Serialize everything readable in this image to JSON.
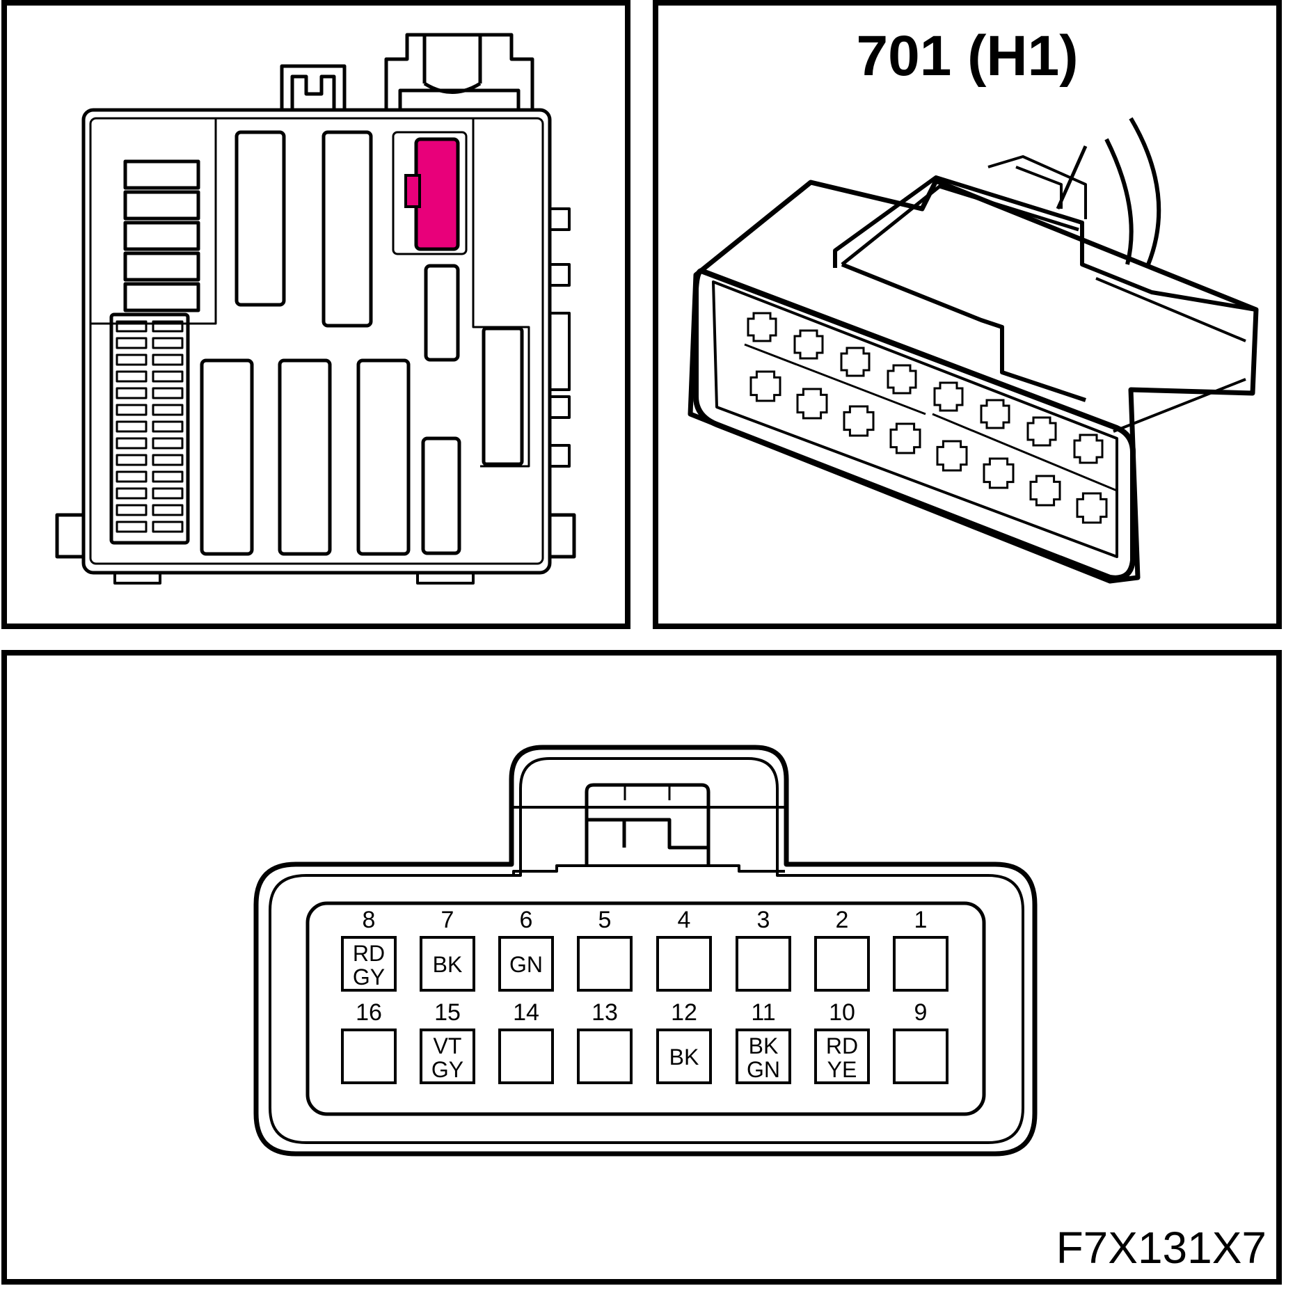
{
  "connector_title": "701 (H1)",
  "figure_code": "F7X131X7",
  "highlight_color": "#E8007A",
  "top_row": [
    {
      "pin": "8",
      "wire": [
        "RD",
        "GY"
      ]
    },
    {
      "pin": "7",
      "wire": [
        "BK"
      ]
    },
    {
      "pin": "6",
      "wire": [
        "GN"
      ]
    },
    {
      "pin": "5",
      "wire": []
    },
    {
      "pin": "4",
      "wire": []
    },
    {
      "pin": "3",
      "wire": []
    },
    {
      "pin": "2",
      "wire": []
    },
    {
      "pin": "1",
      "wire": []
    }
  ],
  "bottom_row": [
    {
      "pin": "16",
      "wire": []
    },
    {
      "pin": "15",
      "wire": [
        "VT",
        "GY"
      ]
    },
    {
      "pin": "14",
      "wire": []
    },
    {
      "pin": "13",
      "wire": []
    },
    {
      "pin": "12",
      "wire": [
        "BK"
      ]
    },
    {
      "pin": "11",
      "wire": [
        "BK",
        "GN"
      ]
    },
    {
      "pin": "10",
      "wire": [
        "RD",
        "YE"
      ]
    },
    {
      "pin": "9",
      "wire": []
    }
  ]
}
